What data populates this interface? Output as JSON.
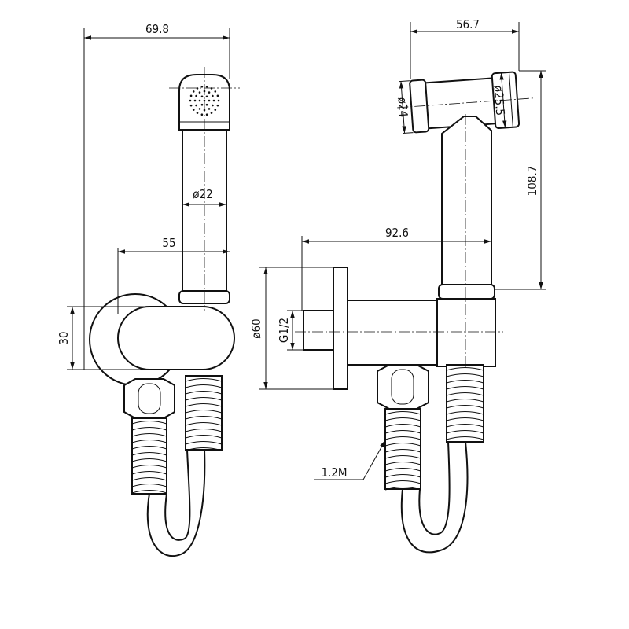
{
  "drawing": {
    "side_view": {
      "overall_width": "69.8",
      "handle_diameter": "ø22",
      "holder_width": "55",
      "holder_height": "30"
    },
    "front_view": {
      "head_width": "56.7",
      "head_inlet_diameter": "ø24",
      "head_outlet_diameter": "ø25.5",
      "sprayer_height": "108.7",
      "valve_length": "92.6",
      "flange_diameter": "ø60",
      "thread": "G1/2",
      "hose_length": "1.2M"
    }
  }
}
